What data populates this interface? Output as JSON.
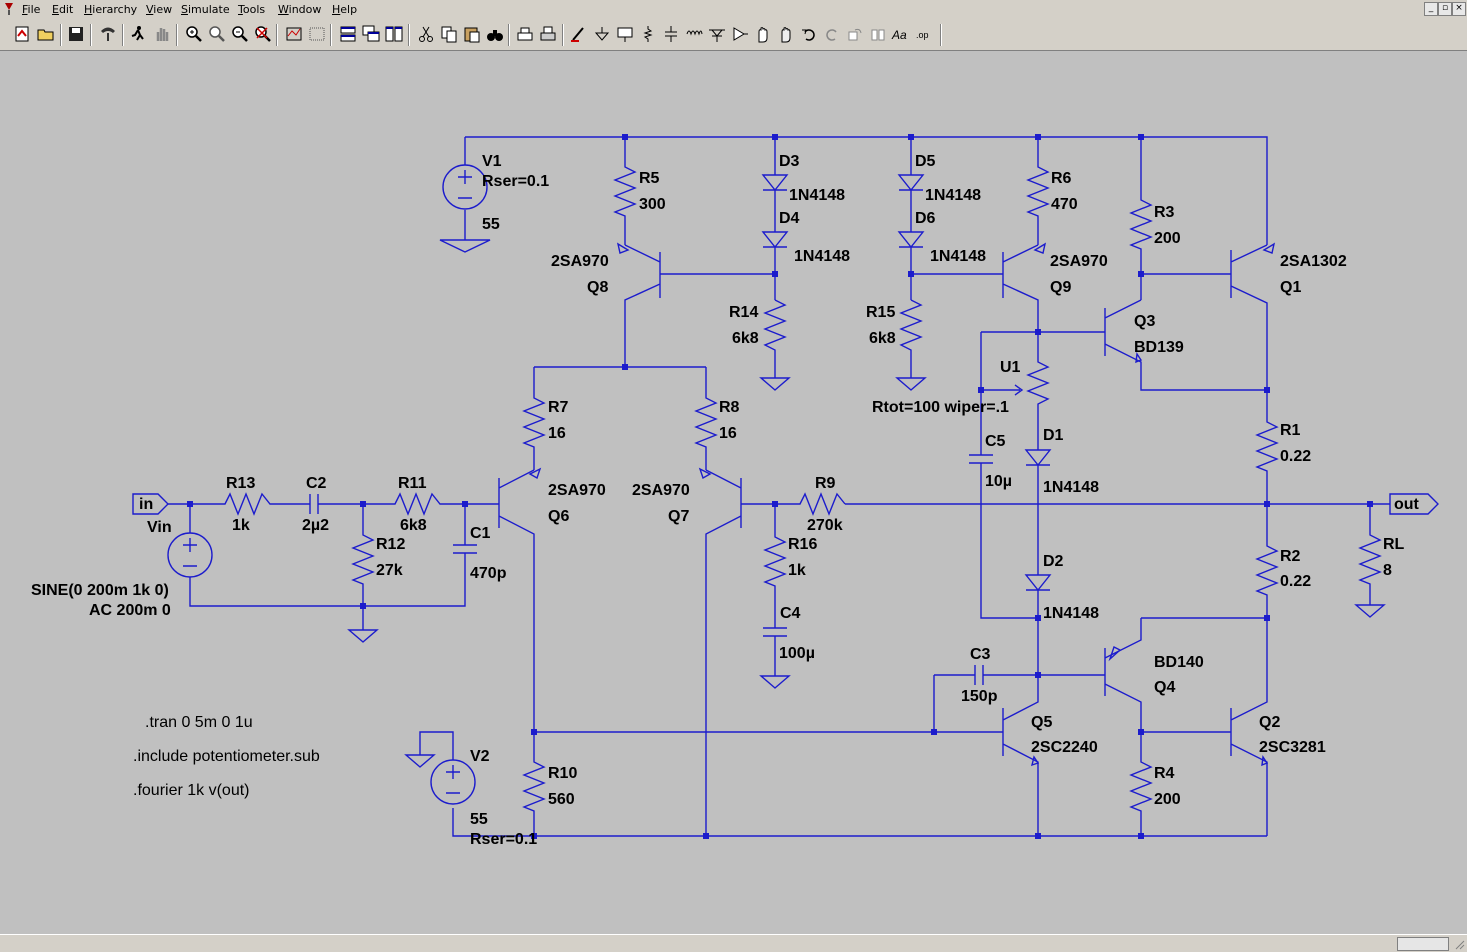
{
  "menu": {
    "items": [
      {
        "label": "File",
        "accel": "F",
        "rest": "ile"
      },
      {
        "label": "Edit",
        "accel": "E",
        "rest": "dit"
      },
      {
        "label": "Hierarchy",
        "accel": "H",
        "rest": "ierarchy"
      },
      {
        "label": "View",
        "accel": "V",
        "rest": "iew"
      },
      {
        "label": "Simulate",
        "accel": "S",
        "rest": "imulate"
      },
      {
        "label": "Tools",
        "accel": "T",
        "rest": "ools"
      },
      {
        "label": "Window",
        "accel": "W",
        "rest": "indow"
      },
      {
        "label": "Help",
        "accel": "H",
        "rest": "elp"
      }
    ]
  },
  "toolbar": {
    "icons": [
      "new-schematic-icon",
      "open-icon",
      "save-icon",
      "control-panel-icon",
      "run-icon",
      "halt-icon",
      "zoom-in-icon",
      "zoom-area-icon",
      "zoom-out-icon",
      "zoom-fit-icon",
      "autorange-icon",
      "grid-icon",
      "tile-horizontal-icon",
      "cascade-icon",
      "tile-vertical-icon",
      "cut-icon",
      "copy-icon",
      "paste-icon",
      "find-icon",
      "print-setup-icon",
      "print-icon",
      "wire-icon",
      "ground-icon",
      "label-net-icon",
      "resistor-icon",
      "capacitor-icon",
      "inductor-icon",
      "diode-icon",
      "component-icon",
      "move-icon",
      "drag-icon",
      "undo-icon",
      "redo-icon",
      "rotate-icon",
      "mirror-icon",
      "text-icon",
      "spice-directive-icon"
    ]
  },
  "schematic": {
    "wire_color": "#1c1ccc",
    "ports": {
      "in": "in",
      "out": "out"
    },
    "V1": {
      "name": "V1",
      "param": "Rser=0.1",
      "value": "55"
    },
    "V2": {
      "name": "V2",
      "param": "Rser=0.1",
      "value": "55"
    },
    "Vin": {
      "name": "Vin",
      "line1": "SINE(0 200m 1k 0)",
      "line2": "AC 200m 0"
    },
    "R1": {
      "name": "R1",
      "value": "0.22"
    },
    "R2": {
      "name": "R2",
      "value": "0.22"
    },
    "R3": {
      "name": "R3",
      "value": "200"
    },
    "R4": {
      "name": "R4",
      "value": "200"
    },
    "R5": {
      "name": "R5",
      "value": "300"
    },
    "R6": {
      "name": "R6",
      "value": "470"
    },
    "R7": {
      "name": "R7",
      "value": "16"
    },
    "R8": {
      "name": "R8",
      "value": "16"
    },
    "R9": {
      "name": "R9",
      "value": "270k"
    },
    "R10": {
      "name": "R10",
      "value": "560"
    },
    "R11": {
      "name": "R11",
      "value": "6k8"
    },
    "R12": {
      "name": "R12",
      "value": "27k"
    },
    "R13": {
      "name": "R13",
      "value": "1k"
    },
    "R14": {
      "name": "R14",
      "value": "6k8"
    },
    "R15": {
      "name": "R15",
      "value": "6k8"
    },
    "R16": {
      "name": "R16",
      "value": "1k"
    },
    "RL": {
      "name": "RL",
      "value": "8"
    },
    "C1": {
      "name": "C1",
      "value": "470p"
    },
    "C2": {
      "name": "C2",
      "value": "2µ2"
    },
    "C3": {
      "name": "C3",
      "value": "150p"
    },
    "C4": {
      "name": "C4",
      "value": "100µ"
    },
    "C5": {
      "name": "C5",
      "value": "10µ"
    },
    "D1": {
      "name": "D1",
      "value": "1N4148"
    },
    "D2": {
      "name": "D2",
      "value": "1N4148"
    },
    "D3": {
      "name": "D3",
      "value": "1N4148"
    },
    "D4": {
      "name": "D4",
      "value": "1N4148"
    },
    "D5": {
      "name": "D5",
      "value": "1N4148"
    },
    "D6": {
      "name": "D6",
      "value": "1N4148"
    },
    "Q1": {
      "name": "Q1",
      "model": "2SA1302"
    },
    "Q2": {
      "name": "Q2",
      "model": "2SC3281"
    },
    "Q3": {
      "name": "Q3",
      "model": "BD139"
    },
    "Q4": {
      "name": "Q4",
      "model": "BD140"
    },
    "Q5": {
      "name": "Q5",
      "model": "2SC2240"
    },
    "Q6": {
      "name": "Q6",
      "model": "2SA970"
    },
    "Q7": {
      "name": "Q7",
      "model": "2SA970"
    },
    "Q8": {
      "name": "Q8",
      "model": "2SA970"
    },
    "Q9": {
      "name": "Q9",
      "model": "2SA970"
    },
    "U1": {
      "name": "U1",
      "param": "Rtot=100 wiper=.1"
    },
    "directives": [
      ".tran 0 5m 0 1u",
      ".include potentiometer.sub",
      ".fourier  1k v(out)"
    ]
  }
}
